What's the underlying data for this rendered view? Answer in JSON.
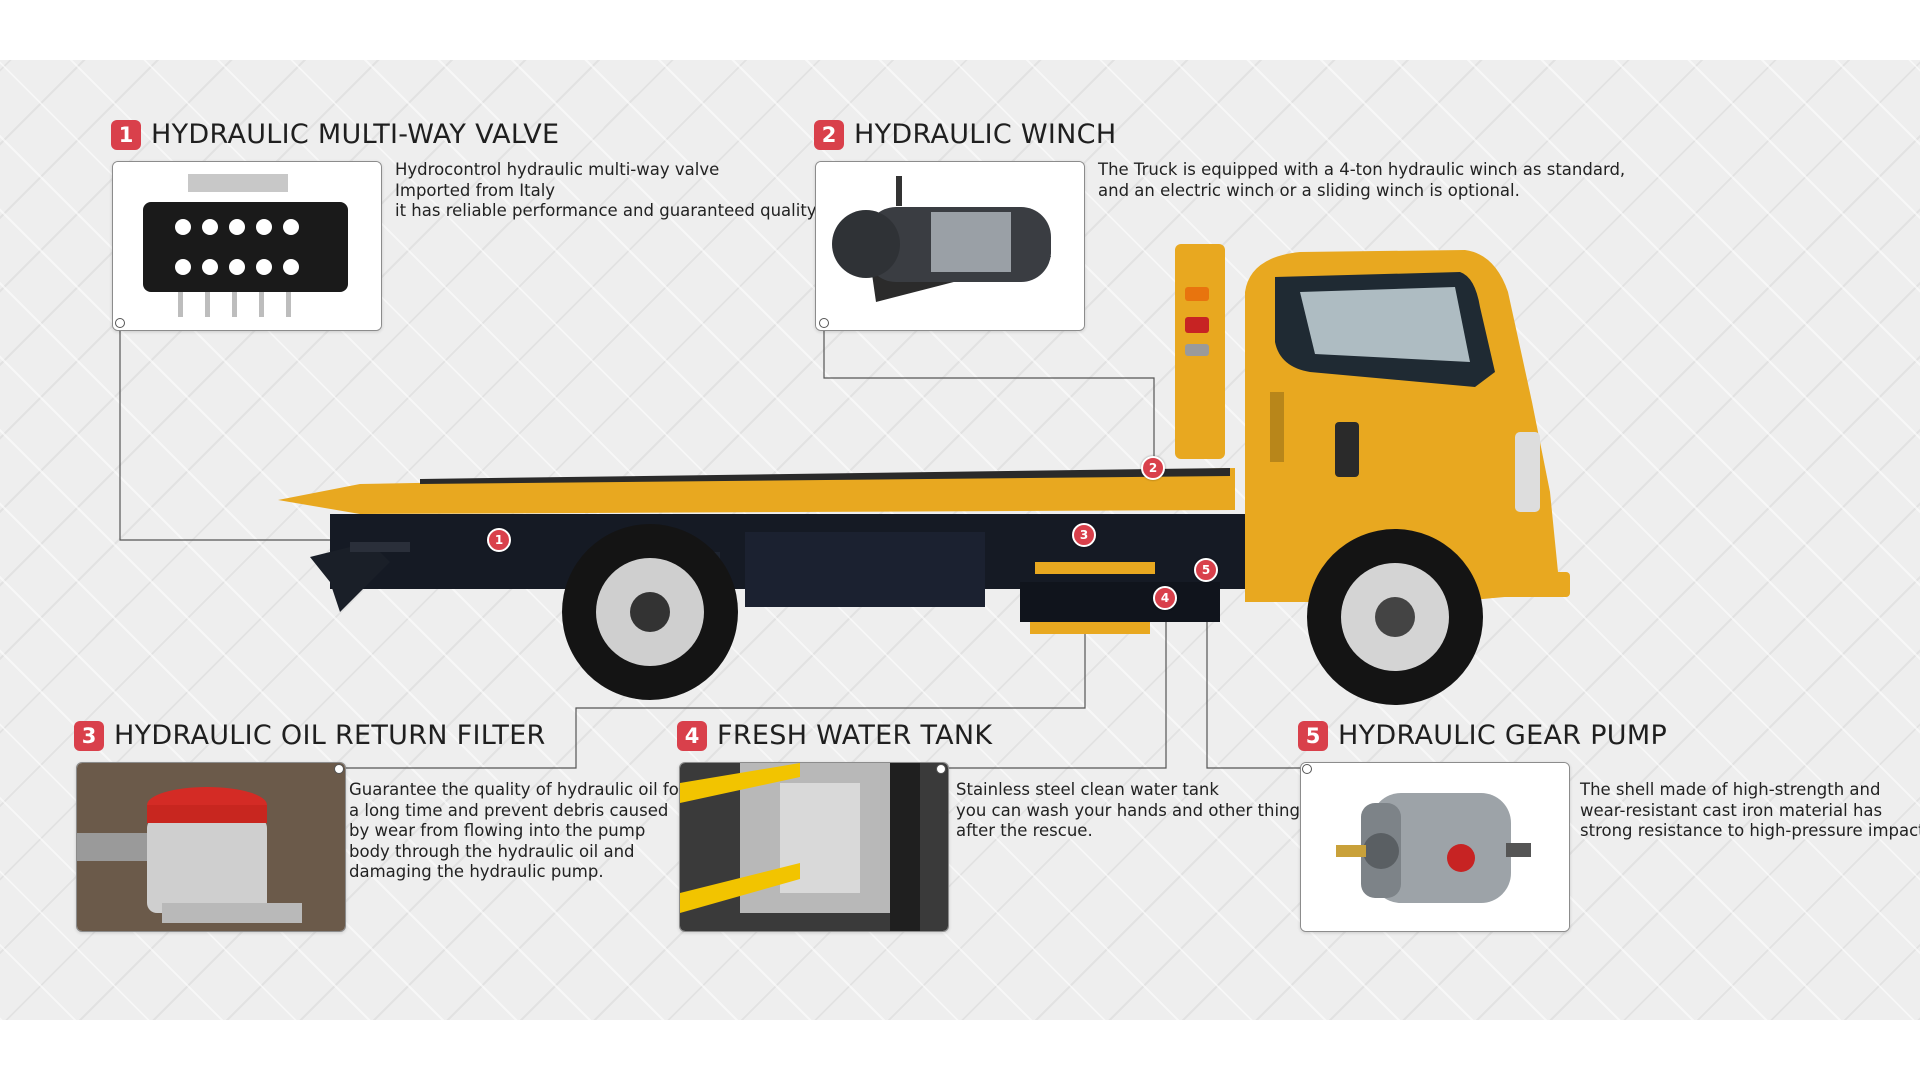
{
  "features": [
    {
      "number": "1",
      "title": "HYDRAULIC MULTI-WAY VALVE",
      "lines": [
        "Hydrocontrol hydraulic multi-way valve",
        "Imported from Italy",
        "it has reliable performance and guaranteed quality."
      ]
    },
    {
      "number": "2",
      "title": "HYDRAULIC WINCH",
      "lines": [
        "The Truck is equipped with a 4-ton hydraulic winch as standard,",
        "and an electric winch or a sliding winch is optional."
      ]
    },
    {
      "number": "3",
      "title": "HYDRAULIC OIL RETURN FILTER",
      "lines": [
        "Guarantee the quality of hydraulic oil for",
        "a long time and prevent debris caused",
        "by wear from flowing into the pump",
        "body through the hydraulic oil and",
        "damaging the hydraulic pump."
      ]
    },
    {
      "number": "4",
      "title": "FRESH WATER TANK",
      "lines": [
        "Stainless steel clean water tank",
        "you can wash your hands and other things",
        "after the rescue."
      ]
    },
    {
      "number": "5",
      "title": "HYDRAULIC GEAR PUMP",
      "lines": [
        "The shell made of high-strength and",
        "wear-resistant cast iron material has",
        "strong resistance to high-pressure impact."
      ]
    }
  ],
  "colors": {
    "accent": "#d9404b",
    "truck_yellow": "#e8a820",
    "frame_dark": "#151a24"
  }
}
